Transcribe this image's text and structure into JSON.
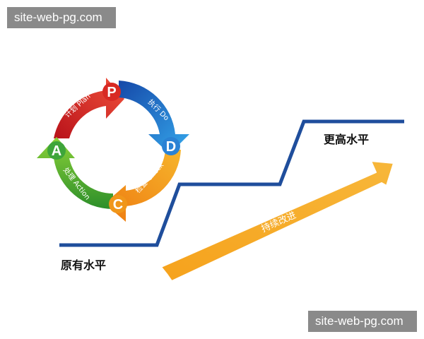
{
  "watermarks": {
    "top": "site-web-pg.com",
    "bottom": "site-web-pg.com"
  },
  "pdca": {
    "plan": {
      "letter": "P",
      "label": "计划 Plan",
      "color": "#e0342a"
    },
    "do": {
      "letter": "D",
      "label": "执行 Do",
      "color": "#1a74c8"
    },
    "check": {
      "letter": "C",
      "label": "检查 Check",
      "color": "#f39a1a"
    },
    "action": {
      "letter": "A",
      "label": "处理 Action",
      "color": "#3aa63c"
    }
  },
  "levels": {
    "original": "原有水平",
    "higher": "更高水平"
  },
  "arrow": {
    "label": "持续改进",
    "color": "#f5a020"
  },
  "colors": {
    "step_line": "#1f4e9c"
  }
}
